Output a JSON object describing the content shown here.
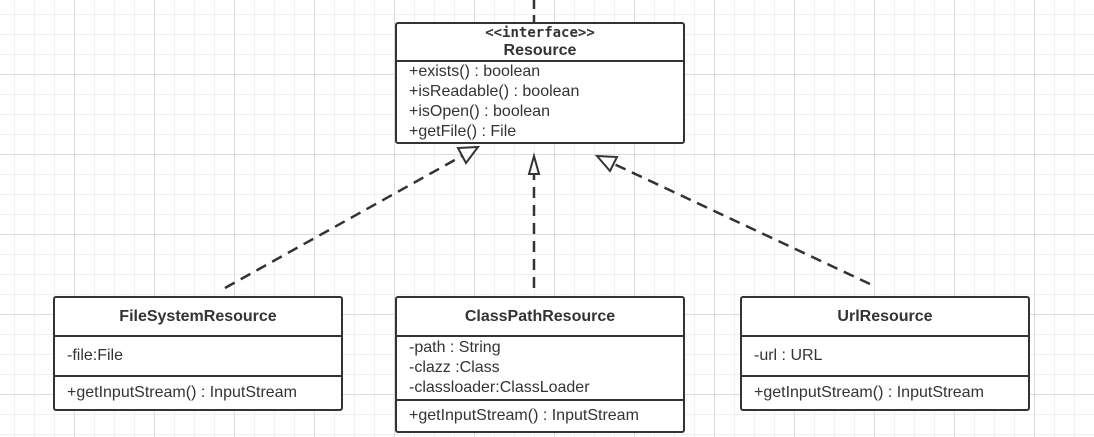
{
  "diagram": {
    "interface": {
      "stereotype": "<<interface>>",
      "name": "Resource",
      "methods": [
        "+exists() : boolean",
        "+isReadable() : boolean",
        "+isOpen() : boolean",
        "+getFile() : File"
      ]
    },
    "classes": [
      {
        "name": "FileSystemResource",
        "attributes": [
          "-file:File"
        ],
        "methods": [
          "+getInputStream() : InputStream"
        ]
      },
      {
        "name": "ClassPathResource",
        "attributes": [
          "-path : String",
          "-clazz :Class",
          "-classloader:ClassLoader"
        ],
        "methods": [
          "+getInputStream() : InputStream"
        ]
      },
      {
        "name": "UrlResource",
        "attributes": [
          "-url : URL"
        ],
        "methods": [
          "+getInputStream() : InputStream"
        ]
      }
    ],
    "relationships": [
      {
        "type": "realization",
        "from": "FileSystemResource",
        "to": "Resource"
      },
      {
        "type": "realization",
        "from": "ClassPathResource",
        "to": "Resource"
      },
      {
        "type": "realization",
        "from": "UrlResource",
        "to": "Resource"
      }
    ],
    "colors": {
      "line": "#333333",
      "background": "#ffffff",
      "grid": "#dcdcdc"
    }
  }
}
